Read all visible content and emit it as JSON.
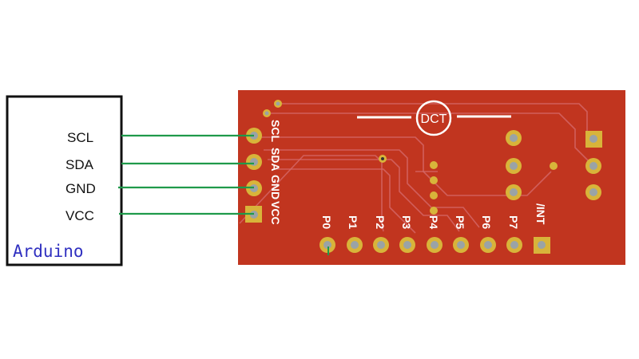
{
  "arduino": {
    "title": "Arduino",
    "pins": [
      "SCL",
      "SDA",
      "GND",
      "VCC"
    ]
  },
  "board": {
    "logo": "DCT",
    "header_pins": [
      "SCL",
      "SDA",
      "GND",
      "VCC"
    ],
    "port_pins": [
      "P0",
      "P1",
      "P2",
      "P3",
      "P4",
      "P5",
      "P6",
      "P7",
      "/INT"
    ]
  },
  "colors": {
    "board": "#c1351f",
    "wire": "#1f9a4a",
    "pad": "#d8b43a",
    "arduino_text": "#3030c0"
  }
}
